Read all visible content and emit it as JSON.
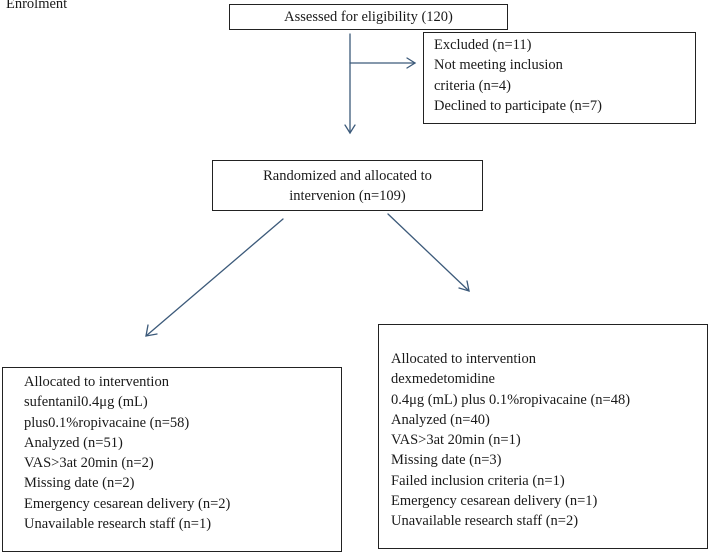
{
  "enrolment_label": "Enrolment",
  "assessed": {
    "text": "Assessed for eligibility (120)"
  },
  "excluded": {
    "lines": [
      "Excluded (n=11)",
      "Not meeting inclusion",
      "criteria (n=4)",
      "Declined to participate (n=7)"
    ]
  },
  "randomized": {
    "lines": [
      "Randomized and allocated to",
      "intervenion (n=109)"
    ]
  },
  "left_group": {
    "lines": [
      "Allocated to intervention",
      "sufentanil0.4μg (mL)",
      "plus0.1%ropivacaine (n=58)",
      "Analyzed (n=51)",
      "VAS>3at 20min (n=2)",
      "Missing date (n=2)",
      "Emergency cesarean delivery (n=2)",
      "Unavailable research staff (n=1)"
    ]
  },
  "right_group": {
    "lines": [
      "Allocated to intervention",
      "dexmedetomidine",
      "0.4μg (mL) plus 0.1%ropivacaine (n=48)",
      "Analyzed (n=40)",
      "VAS>3at 20min (n=1)",
      "Missing date (n=3)",
      "Failed inclusion criteria (n=1)",
      "Emergency cesarean delivery (n=1)",
      "Unavailable research staff (n=2)"
    ]
  },
  "colors": {
    "arrow": "#3c5a7a",
    "border": "#222222"
  }
}
